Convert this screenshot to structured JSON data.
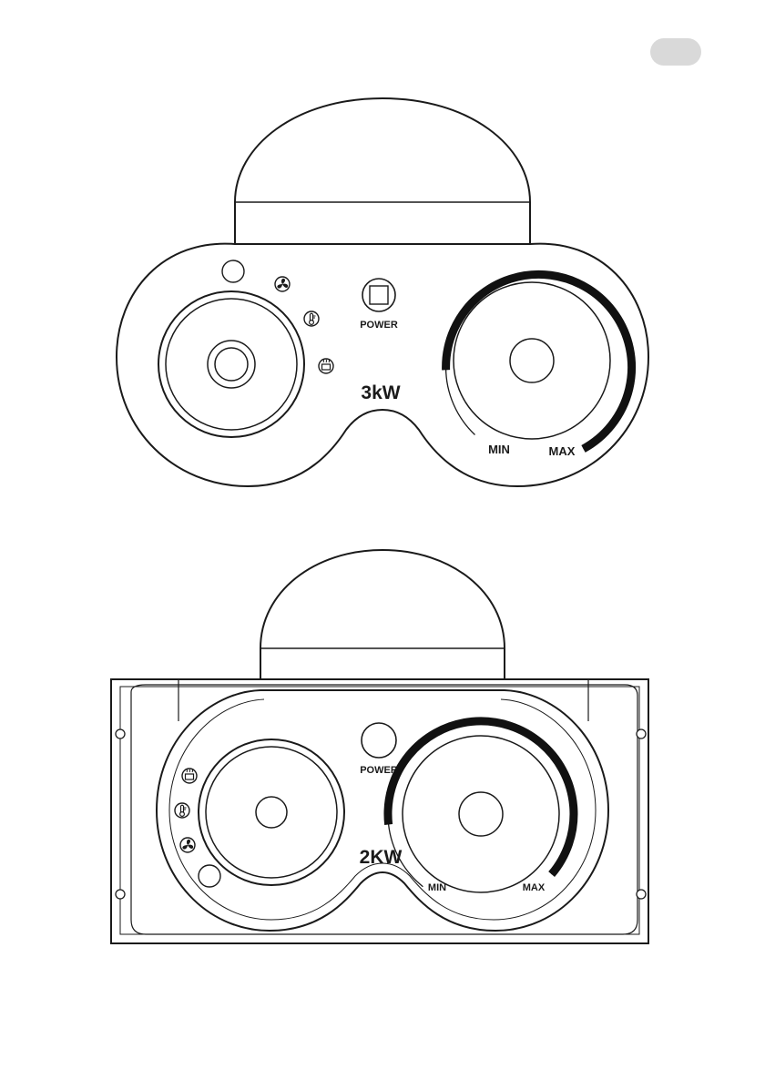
{
  "page": {
    "tab_color": "#d9d9d9"
  },
  "panel_3kw": {
    "power_label": "POWER",
    "rating": "3kW",
    "dial": {
      "min_label": "MIN",
      "max_label": "MAX"
    },
    "icons": [
      "fan-icon",
      "thermometer-icon",
      "heater-icon"
    ]
  },
  "panel_2kw": {
    "power_label": "POWER",
    "rating": "2KW",
    "dial": {
      "min_label": "MIN",
      "max_label": "MAX"
    },
    "icons": [
      "heater-icon",
      "thermometer-icon",
      "fan-icon"
    ]
  },
  "colors": {
    "line": "#1a1a1a",
    "arc": "#111111",
    "background": "#ffffff"
  }
}
